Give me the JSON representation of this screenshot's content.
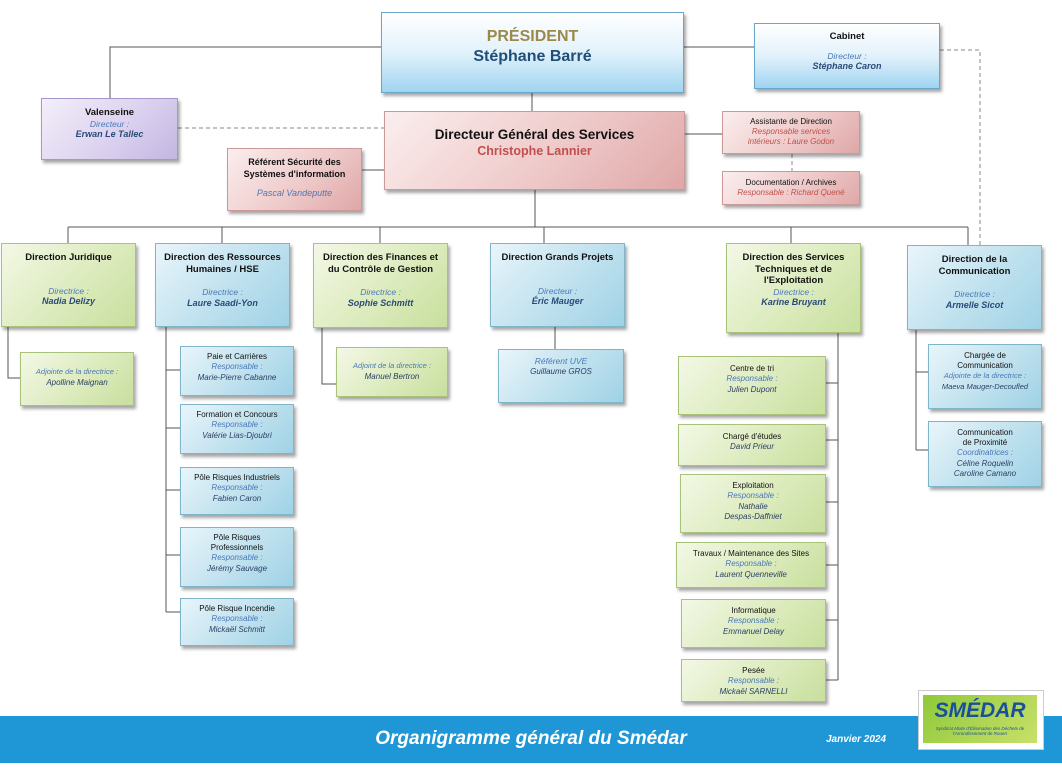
{
  "president": {
    "title": "PRÉSIDENT",
    "name": "Stéphane Barré"
  },
  "cabinet": {
    "title": "Cabinet",
    "role": "Directeur :",
    "name": "Stéphane Caron"
  },
  "valenseine": {
    "title": "Valenseine",
    "role": "Directeur :",
    "name": "Erwan Le Tallec"
  },
  "dgs": {
    "title": "Directeur Général des Services",
    "name": "Christophe Lannier"
  },
  "assistante": {
    "title": "Assistante de Direction",
    "role_line1": "Responsable services",
    "role_line2": "intérieurs : Laure Godon"
  },
  "documentation": {
    "title": "Documentation / Archives",
    "role": "Responsable : Richard Quené"
  },
  "securite": {
    "title_line1": "Référent Sécurité des",
    "title_line2": "Systèmes d'information",
    "name": "Pascal Vandeputte"
  },
  "juridique": {
    "title": "Direction Juridique",
    "role": "Directrice :",
    "name": "Nadia Delizy",
    "adjoint": {
      "role": "Adjointe de la directrice :",
      "name": "Apolline Maignan"
    }
  },
  "rh": {
    "title_line1": "Direction des Ressources",
    "title_line2": "Humaines / HSE",
    "role": "Directrice :",
    "name": "Laure Saadi-Yon",
    "subs": [
      {
        "title": "Paie et Carrières",
        "role": "Responsable :",
        "name": "Marie-Pierre Cabanne"
      },
      {
        "title": "Formation et Concours",
        "role": "Responsable :",
        "name": "Valérie Lias-Djoubri"
      },
      {
        "title": "Pôle Risques Industriels",
        "role": "Responsable :",
        "name": "Fabien Caron"
      },
      {
        "title_line1": "Pôle Risques",
        "title_line2": "Professionnels",
        "role": "Responsable :",
        "name": "Jérémy Sauvage"
      },
      {
        "title": "Pôle Risque Incendie",
        "role": "Responsable :",
        "name": "Mickaël Schmitt"
      }
    ]
  },
  "finances": {
    "title_line1": "Direction des Finances et",
    "title_line2": "du Contrôle de Gestion",
    "role": "Directrice :",
    "name": "Sophie Schmitt",
    "adjoint": {
      "role": "Adjoint de la directrice :",
      "name": "Manuel Bertron"
    }
  },
  "projets": {
    "title": "Direction Grands Projets",
    "role": "Directeur :",
    "name": "Éric Mauger",
    "referent": {
      "role": "Référent UVE",
      "name": "Guillaume GROS"
    }
  },
  "technique": {
    "title_line1": "Direction des Services",
    "title_line2": "Techniques et de",
    "title_line3": "l'Exploitation",
    "role": "Directrice :",
    "name": "Karine Bruyant",
    "subs": [
      {
        "title": "Centre de tri",
        "role": "Responsable :",
        "name": "Julien Dupont"
      },
      {
        "title": "Chargé d'études",
        "name": "David Prieur"
      },
      {
        "title": "Exploitation",
        "role": "Responsable :",
        "name_line1": "Nathalie",
        "name_line2": "Despas-Daffniet"
      },
      {
        "title": "Travaux / Maintenance des Sites",
        "role": "Responsable :",
        "name": "Laurent Quenneville"
      },
      {
        "title": "Informatique",
        "role": "Responsable :",
        "name": "Emmanuel Delay"
      },
      {
        "title": "Pesée",
        "role": "Responsable :",
        "name": "Mickaël SARNELLI"
      }
    ]
  },
  "communication": {
    "title_line1": "Direction de la",
    "title_line2": "Communication",
    "role": "Directrice :",
    "name": "Armelle Sicot",
    "subs": [
      {
        "title_line1": "Chargée de",
        "title_line2": "Communication",
        "role": "Adjointe de la directrice :",
        "name": "Maeva Mauger-Decoufled"
      },
      {
        "title_line1": "Communication",
        "title_line2": "de Proximité",
        "role": "Coordinatrices :",
        "name_line1": "Céline Roquelin",
        "name_line2": "Caroline Camano"
      }
    ]
  },
  "footer": {
    "title": "Organigramme général du Smédar",
    "date": "Janvier 2024"
  },
  "logo": {
    "text": "SMÉDAR",
    "subtitle": "Syndicat Mixte d'Élimination des Déchets de l'Arrondissement de Rouen"
  }
}
